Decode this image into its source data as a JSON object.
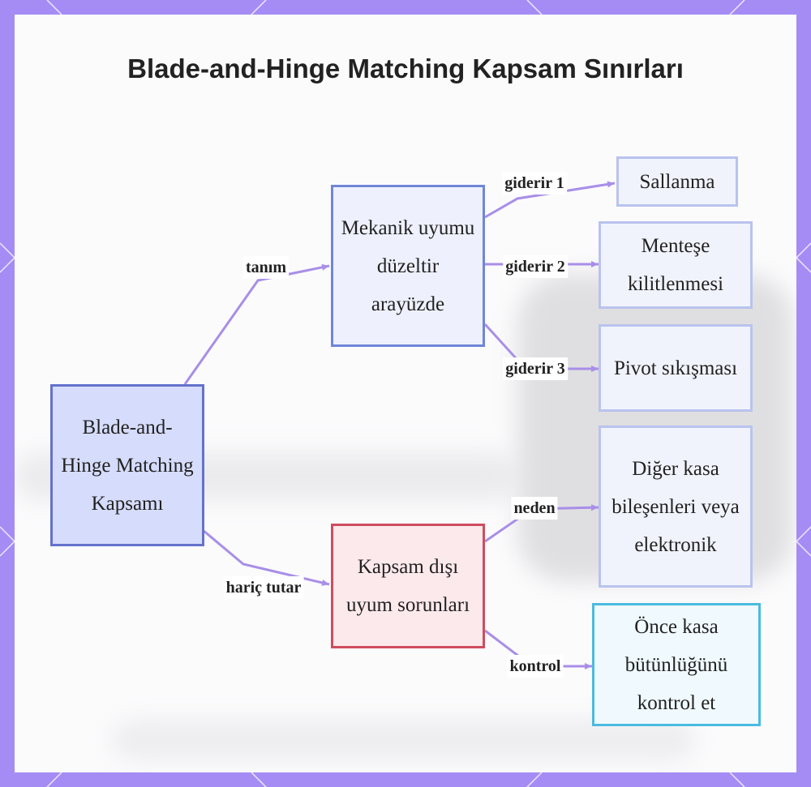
{
  "title": "Blade-and-Hinge Matching Kapsam Sınırları",
  "colors": {
    "frame": "#a58cf5",
    "edge": "#a98ee8",
    "root_fill": "#d6dcfb",
    "root_border": "#6472cc",
    "red_border": "#cf4d5e",
    "cyan_border": "#4bbbe0"
  },
  "nodes": {
    "root": "Blade-and- Hinge Matching Kapsamı",
    "mekanik": "Mekanik uyumu düzeltir arayüzde",
    "sallanma": "Sallanma",
    "mentese": "Menteşe kilitlenmesi",
    "pivot": "Pivot sıkışması",
    "kapsam_disi": "Kapsam dışı uyum sorunları",
    "diger": "Diğer kasa bileşenleri veya elektronik",
    "once": "Önce kasa bütünlüğünü kontrol et"
  },
  "edges": {
    "tanim": "tanım",
    "haric": "hariç tutar",
    "giderir1": "giderir 1",
    "giderir2": "giderir 2",
    "giderir3": "giderir 3",
    "neden": "neden",
    "kontrol": "kontrol"
  }
}
